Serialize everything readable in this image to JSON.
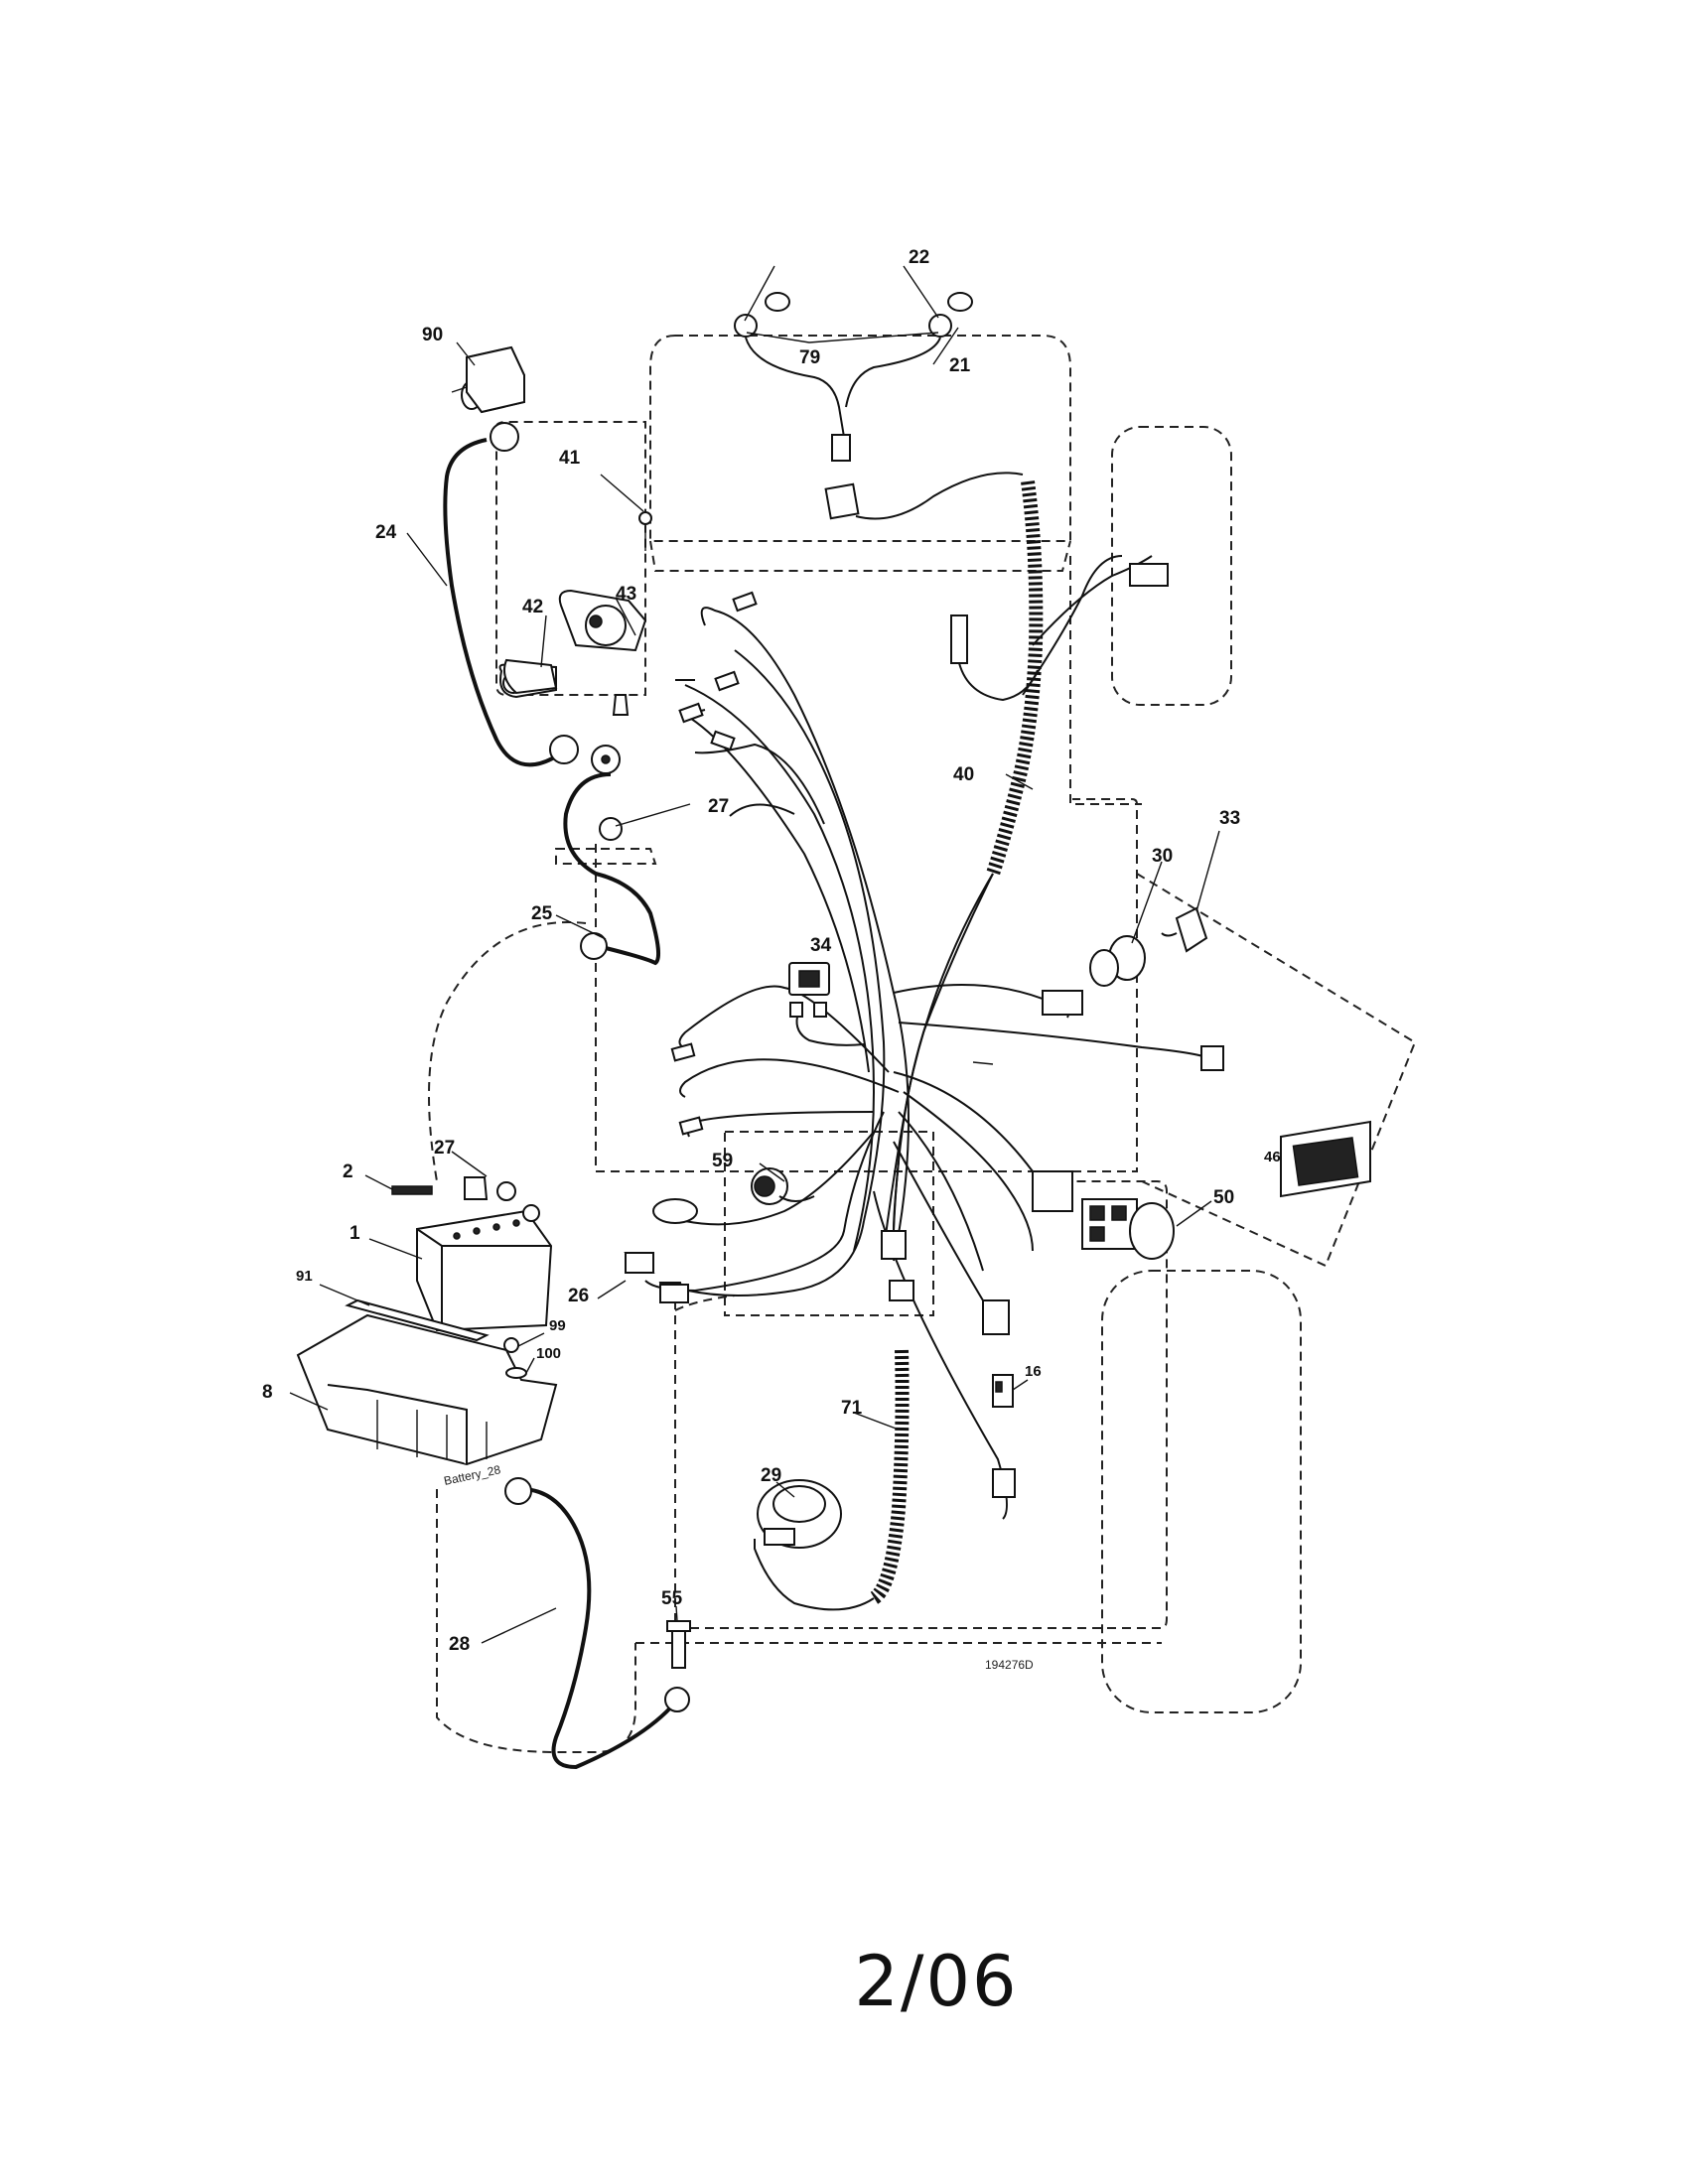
{
  "diagram": {
    "drawing_number": "194276D",
    "battery_label": "Battery_28",
    "callouts": {
      "c22": "22",
      "c79": "79",
      "c21": "21",
      "c90": "90",
      "c41": "41",
      "c24": "24",
      "c42": "42",
      "c43": "43",
      "c40": "40",
      "c27a": "27",
      "c25": "25",
      "c33": "33",
      "c30": "30",
      "c34": "34",
      "c46": "46",
      "c2": "2",
      "c27b": "27",
      "c59": "59",
      "c50": "50",
      "c1": "1",
      "c91": "91",
      "c26": "26",
      "c99": "99",
      "c100": "100",
      "c16": "16",
      "c8": "8",
      "c71": "71",
      "c29": "29",
      "c55": "55",
      "c28": "28"
    }
  },
  "footer": {
    "page_date": "2/06"
  }
}
